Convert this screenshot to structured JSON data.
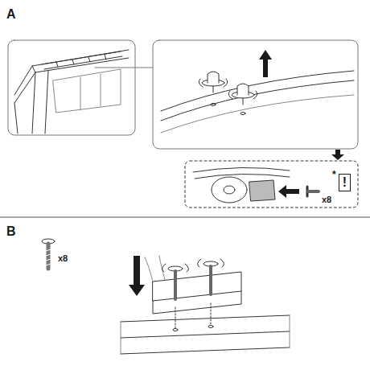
{
  "diagram": {
    "nodes": [
      {
        "text": [
          "!"
        ]
      }
    ],
    "labels": [
      "A",
      "x8",
      "*",
      "B",
      "x8"
    ]
  }
}
